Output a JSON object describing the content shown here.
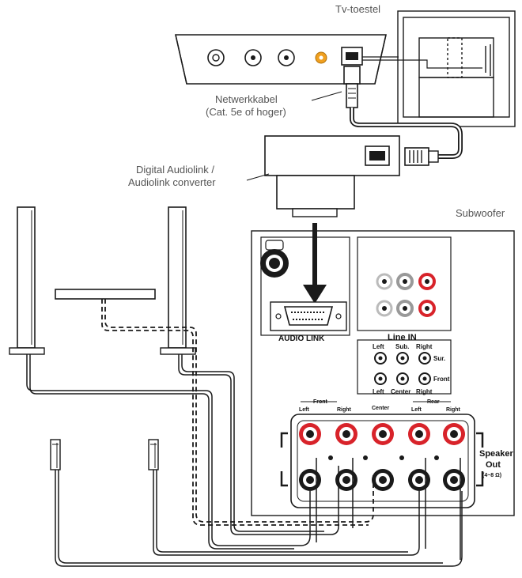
{
  "labels": {
    "tv": "Tv-toestel",
    "network_cable_line1": "Netwerkkabel",
    "network_cable_line2": "(Cat. 5e of hoger)",
    "converter_line1": "Digital Audiolink /",
    "converter_line2": "Audiolink converter",
    "subwoofer": "Subwoofer",
    "audio_link": "AUDIO LINK",
    "line_in": "Line IN",
    "line_in_left": "Left",
    "line_in_sub": "Sub.",
    "line_in_right": "Right",
    "line_in_sur": "Sur.",
    "line_in_front": "Front",
    "line_in_left2": "Left",
    "line_in_center": "Center",
    "line_in_right2": "Right",
    "so_front": "Front",
    "so_rear": "Rear",
    "so_left": "Left",
    "so_right": "Right",
    "so_center": "Center",
    "so_left2": "Left",
    "so_right2": "Right",
    "speaker_out_line1": "Speaker",
    "speaker_out_line2": "Out",
    "speaker_out_line3": "(4~8 Ω)"
  },
  "colors": {
    "line": "#1a1a1a",
    "terminal_red": "#d8232a",
    "terminal_black": "#1a1a1a",
    "accent_orange": "#f0a020",
    "fill_light": "#ffffff"
  }
}
